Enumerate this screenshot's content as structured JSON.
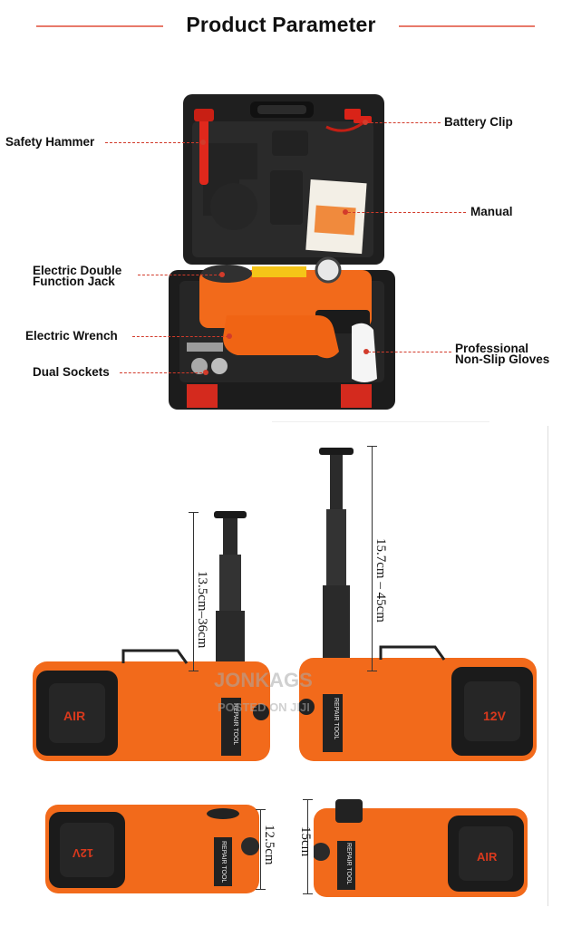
{
  "header": {
    "title": "Product Parameter"
  },
  "callouts": {
    "safety_hammer": "Safety Hammer",
    "battery_clip": "Battery Clip",
    "manual": "Manual",
    "jack_line1": "Electric Double",
    "jack_line2": "Function Jack",
    "wrench": "Electric Wrench",
    "gloves_line1": "Professional",
    "gloves_line2": "Non-Slip Gloves",
    "sockets": "Dual Sockets"
  },
  "dimensions": {
    "left_range": "13.5cm–36cm",
    "right_range": "15.7cm – 45cm",
    "bottom_left": "12.5cm",
    "bottom_right": "15cm"
  },
  "product_labels": {
    "air": "AIR",
    "twelve_v": "12V",
    "brand": "REPAIR TOOL"
  },
  "watermark": {
    "line1": "JONKAGS",
    "line2": "POSTED ON JIJI"
  },
  "colors": {
    "accent_line": "#e87a6a",
    "leader": "#d23b2b",
    "product_orange": "#f26a1b",
    "case_black": "#1c1c1c"
  }
}
